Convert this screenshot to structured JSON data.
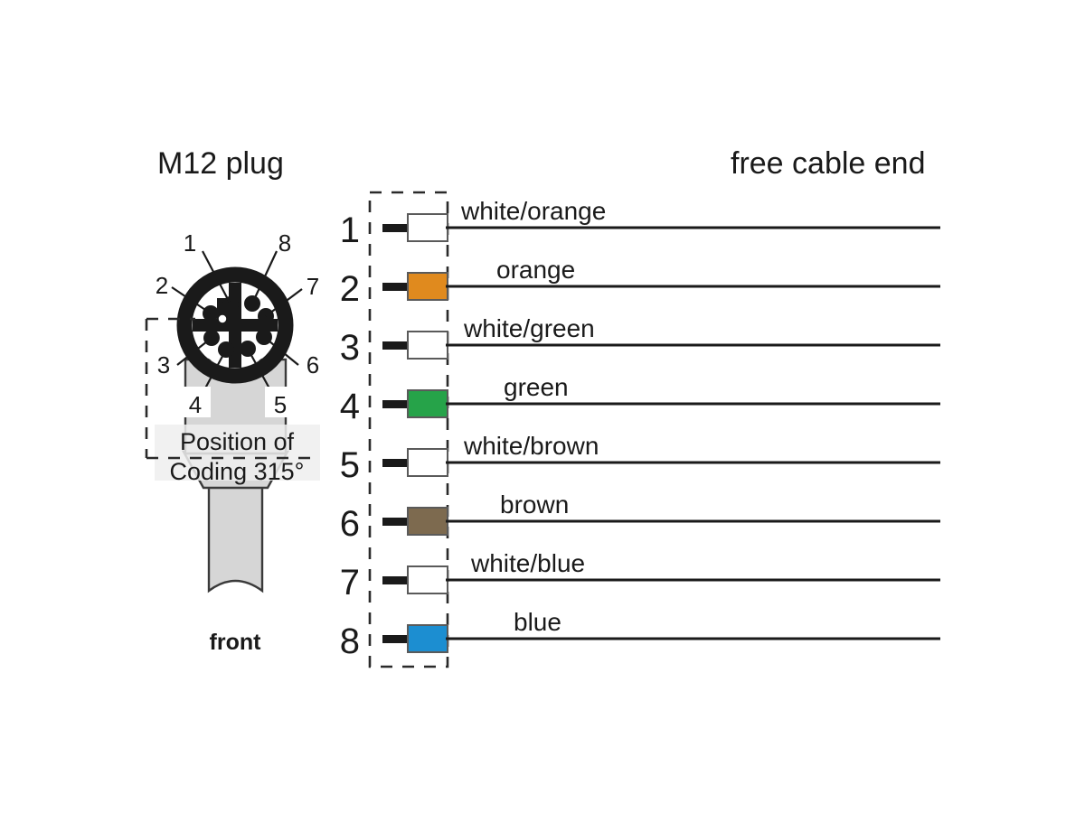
{
  "diagram": {
    "title_left": "M12 plug",
    "title_right": "free cable end",
    "front_label": "front",
    "coding_line1": "Position of",
    "coding_line2": "Coding 315°"
  },
  "connector_face": {
    "pin_callouts": [
      {
        "number": "1"
      },
      {
        "number": "2"
      },
      {
        "number": "3"
      },
      {
        "number": "4"
      },
      {
        "number": "5"
      },
      {
        "number": "6"
      },
      {
        "number": "7"
      },
      {
        "number": "8"
      }
    ]
  },
  "wiring": {
    "rows": [
      {
        "pin": "1",
        "label": "white/orange",
        "color": "#ffffff"
      },
      {
        "pin": "2",
        "label": "orange",
        "color": "#E08A1E"
      },
      {
        "pin": "3",
        "label": "white/green",
        "color": "#ffffff"
      },
      {
        "pin": "4",
        "label": "green",
        "color": "#26A349"
      },
      {
        "pin": "5",
        "label": "white/brown",
        "color": "#ffffff"
      },
      {
        "pin": "6",
        "label": "brown",
        "color": "#7D6A4F"
      },
      {
        "pin": "7",
        "label": "white/blue",
        "color": "#ffffff"
      },
      {
        "pin": "8",
        "label": "blue",
        "color": "#1C8ED1"
      }
    ]
  },
  "palette": {
    "ink": "#1a1a1a",
    "plug_body": "#d6d6d6",
    "plug_outline": "#3a3a3a",
    "dashed": "#2a2a2a",
    "coding_band": "#eeeeee"
  }
}
